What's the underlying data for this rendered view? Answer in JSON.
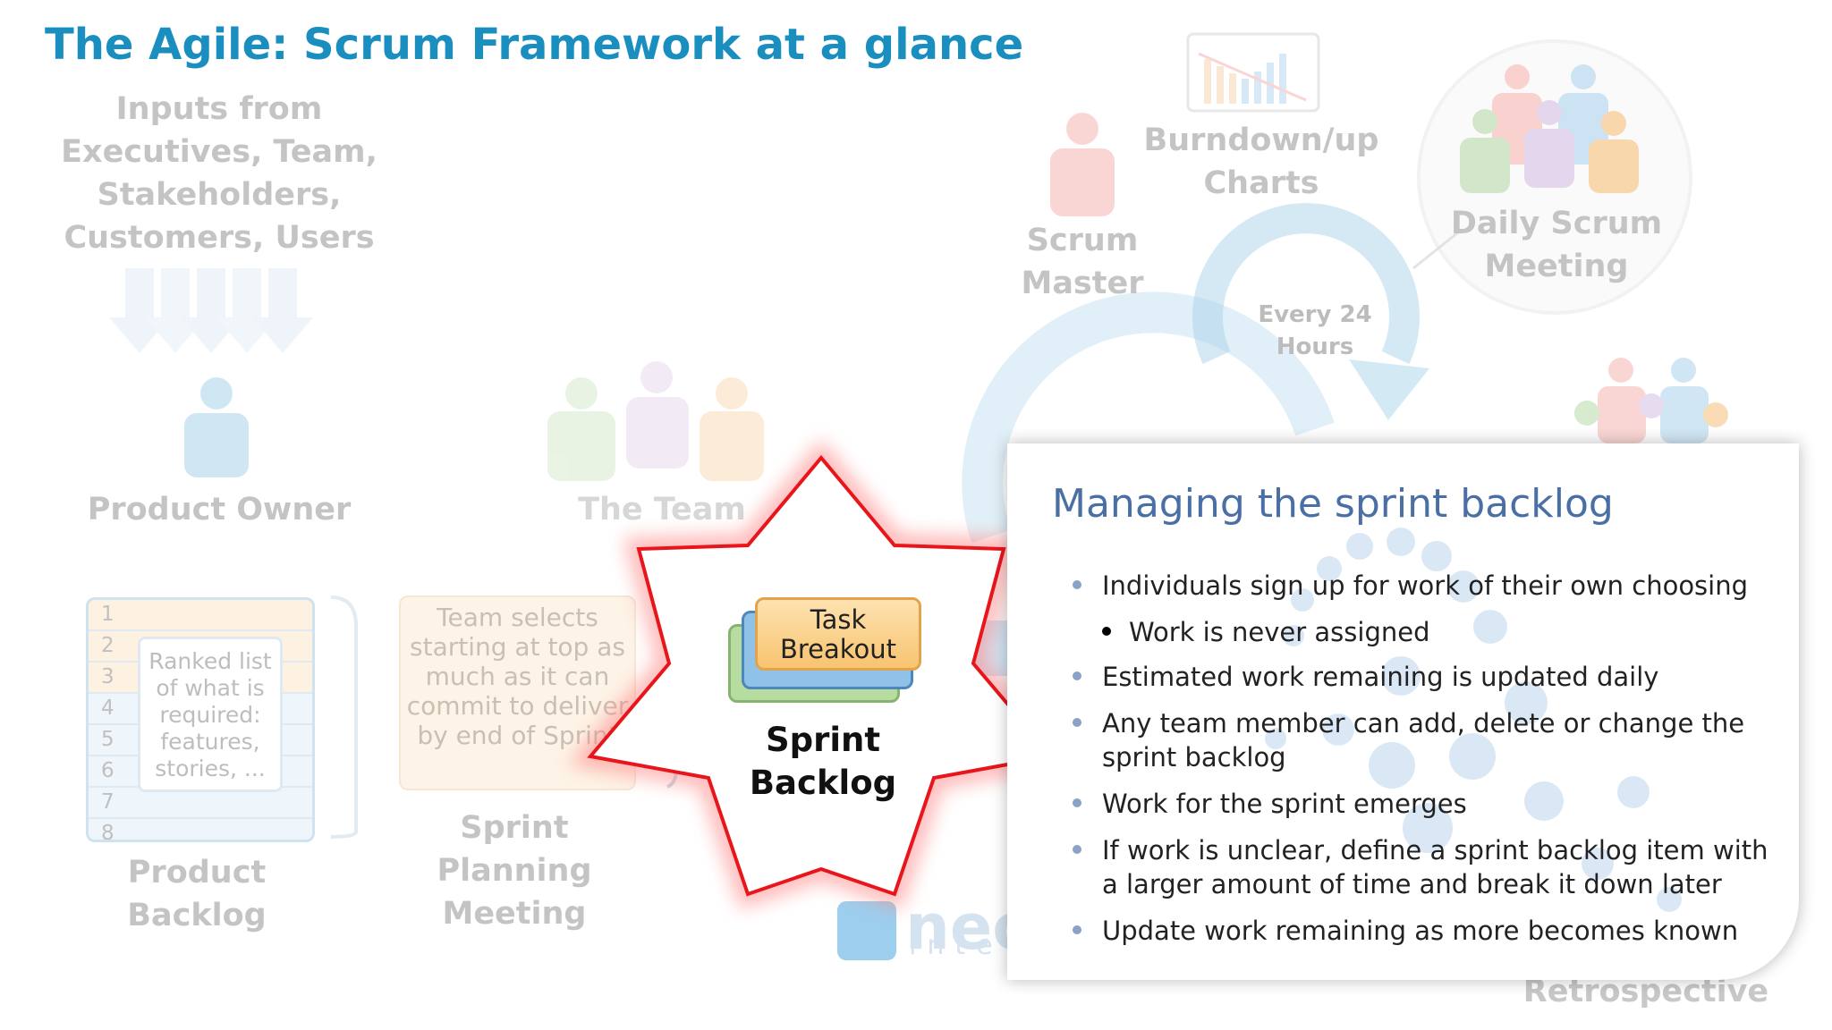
{
  "title": "The Agile: Scrum Framework at a glance",
  "inputs": "Inputs from Executives, Team, Stakeholders, Customers, Users",
  "product_owner": "Product Owner",
  "the_team": "The Team",
  "scrum_master": "Scrum Master",
  "burndown": "Burndown/up Charts",
  "daily_scrum": "Daily Scrum Meeting",
  "every_24": "Every 24 Hours",
  "product_backlog": {
    "label": "Product Backlog",
    "rows": [
      "1",
      "2",
      "3",
      "4",
      "5",
      "6",
      "7",
      "8"
    ],
    "inner_text": "Ranked list of what is required: features, stories, ..."
  },
  "sprint_planning": {
    "box_text": "Team selects starting at top as much as it can commit to deliver by end of Sprint",
    "label": "Sprint Planning Meeting"
  },
  "task_breakout": "Task Breakout",
  "sprint_backlog": "Sprint Backlog",
  "retrospective": "Retrospective",
  "logo": {
    "text": "neo",
    "sub": "inte"
  },
  "popup": {
    "title": "Managing the sprint backlog",
    "bullets": [
      "Individuals sign up for work of their own choosing",
      "Work is never assigned",
      "Estimated work remaining is updated daily",
      "Any team member can add, delete or change the sprint backlog",
      "Work for the sprint emerges",
      "If work is unclear, define a sprint backlog item with a larger amount of time and break it down later",
      "Update work remaining as more becomes known"
    ]
  },
  "colors": {
    "title": "#1a8fbf",
    "star_outline": "#e8151b",
    "popup_title": "#4a6fa5"
  }
}
